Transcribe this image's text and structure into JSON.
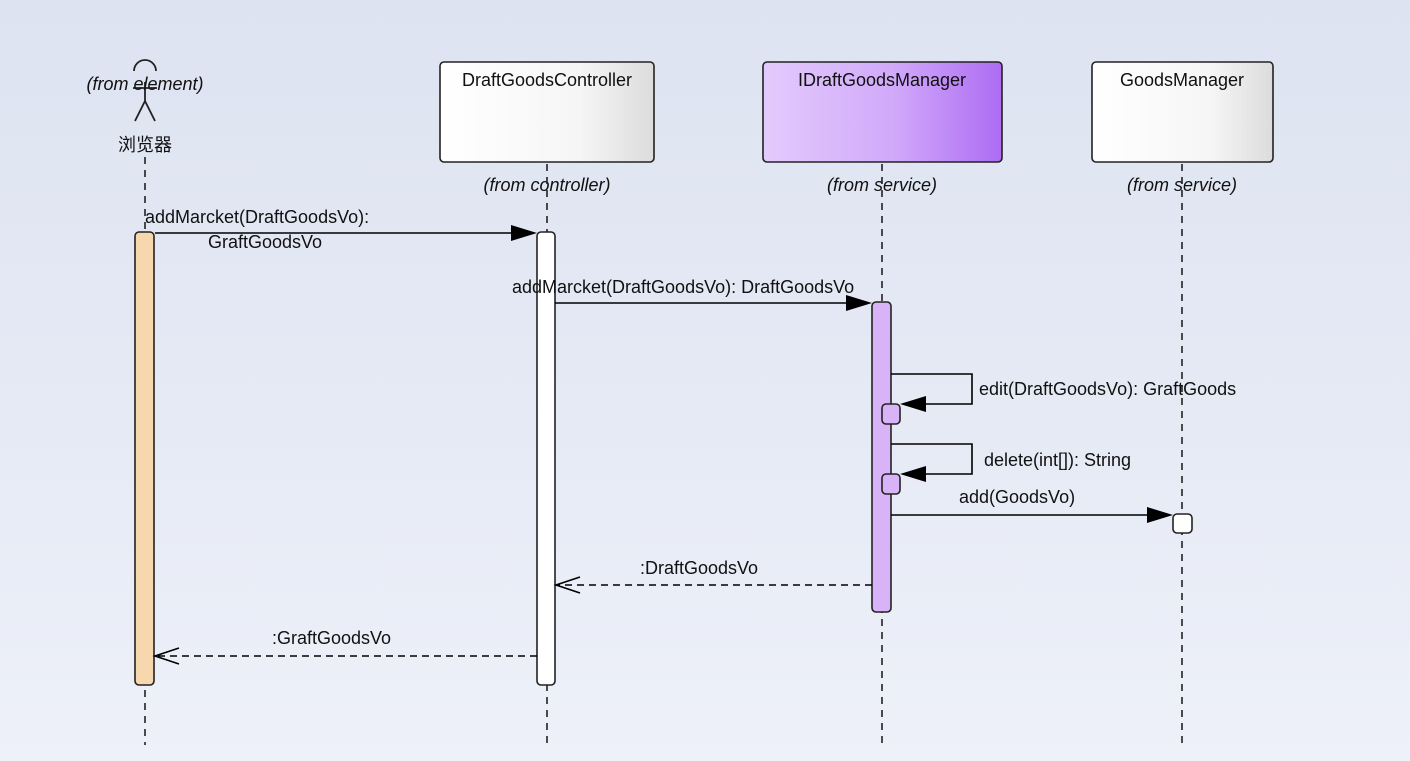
{
  "diagram": {
    "actor": {
      "name": "浏览器",
      "stereotype": "(from element)",
      "color": "#f7d7ad"
    },
    "participants": [
      {
        "id": "controller",
        "name": "DraftGoodsController",
        "origin": "(from controller)",
        "style": "white"
      },
      {
        "id": "iface",
        "name": "IDraftGoodsManager",
        "origin": "(from service)",
        "style": "purple"
      },
      {
        "id": "manager",
        "name": "GoodsManager",
        "origin": "(from service)",
        "style": "white"
      }
    ],
    "messages": [
      {
        "from": "actor",
        "to": "controller",
        "type": "call",
        "label_line1": "addMarcket(DraftGoodsVo):",
        "label_line2": "GraftGoodsVo"
      },
      {
        "from": "controller",
        "to": "iface",
        "type": "call",
        "label": "addMarcket(DraftGoodsVo): DraftGoodsVo"
      },
      {
        "from": "iface",
        "to": "iface",
        "type": "self",
        "label": "edit(DraftGoodsVo): GraftGoods"
      },
      {
        "from": "iface",
        "to": "iface",
        "type": "self",
        "label": "delete(int[]): String"
      },
      {
        "from": "iface",
        "to": "manager",
        "type": "call",
        "label": "add(GoodsVo)"
      },
      {
        "from": "iface",
        "to": "controller",
        "type": "return",
        "label": ":DraftGoodsVo"
      },
      {
        "from": "controller",
        "to": "actor",
        "type": "return",
        "label": ":GraftGoodsVo"
      }
    ],
    "colors": {
      "activation_purple": "#d8b3f7",
      "box_purple_light": "#dcc0fb",
      "box_purple_dark": "#b578f4"
    }
  }
}
